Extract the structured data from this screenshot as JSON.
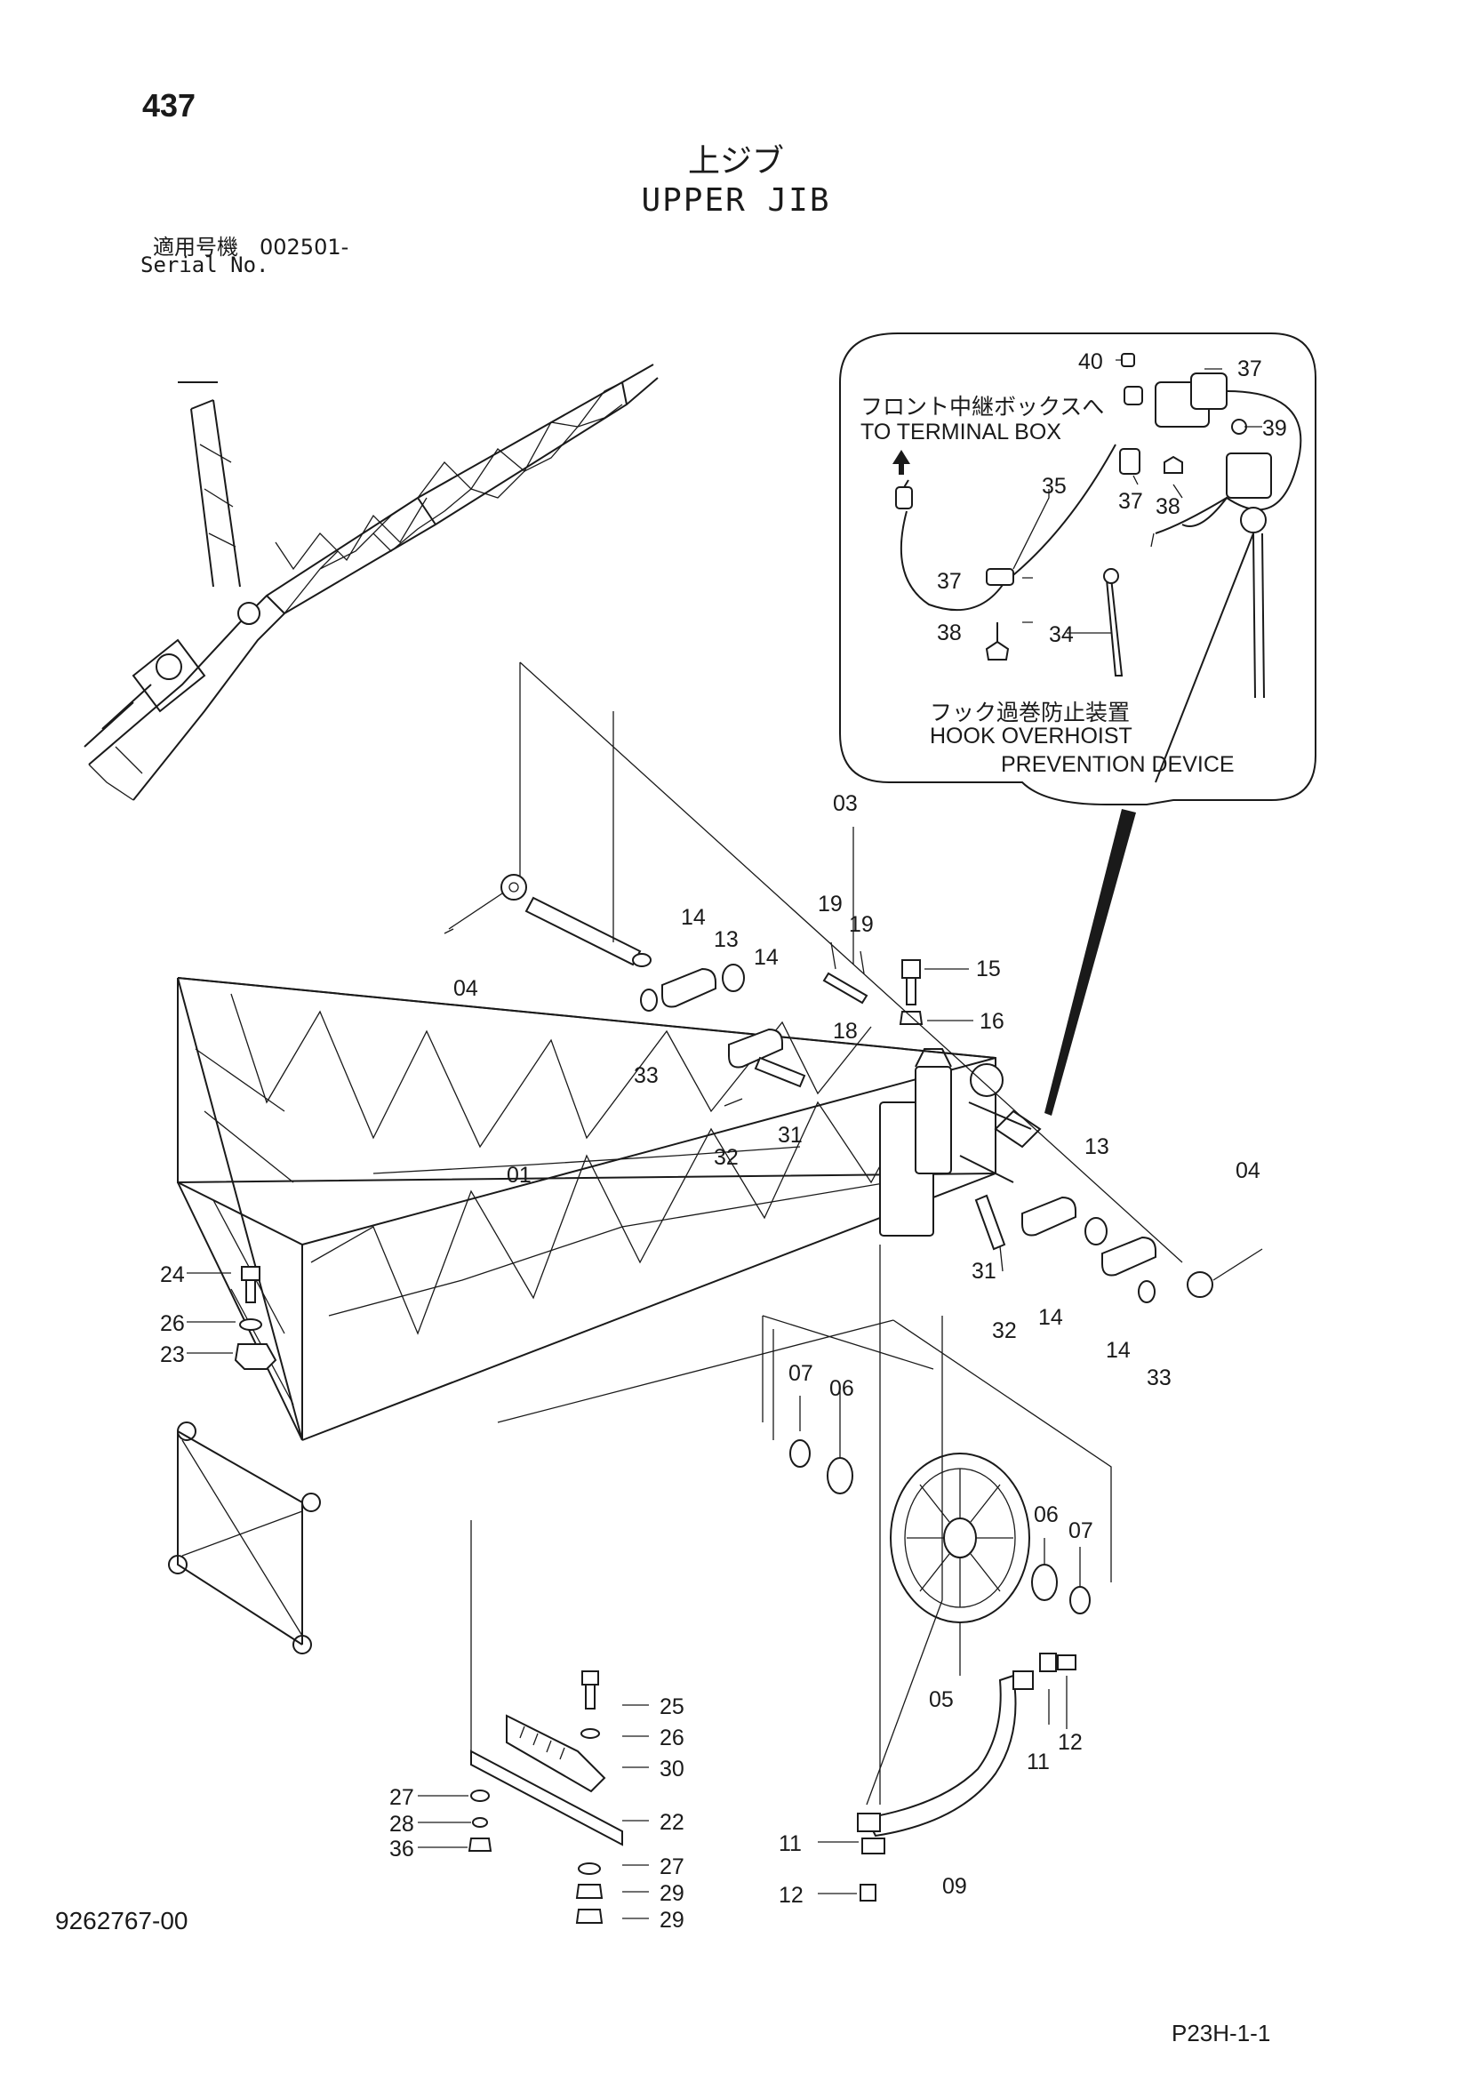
{
  "page": {
    "number": "437",
    "title_jp": "上ジブ",
    "title_en": "UPPER JIB",
    "serial_label_jp": "適用号機　002501-",
    "serial_label_en": "Serial No.",
    "doc_number": "9262767-00",
    "page_code": "P23H-1-1"
  },
  "inset": {
    "terminal_jp": "フロント中継ボックスへ",
    "terminal_en": "TO TERMINAL BOX",
    "hook_jp": "フック過巻防止装置",
    "hook_en_1": "HOOK OVERHOIST",
    "hook_en_2": "PREVENTION DEVICE",
    "arrow_icon": "up-arrow-icon"
  },
  "part_labels": {
    "p01": "01",
    "p03": "03",
    "p04a": "04",
    "p04b": "04",
    "p05": "05",
    "p06a": "06",
    "p06b": "06",
    "p07a": "07",
    "p07b": "07",
    "p09": "09",
    "p11a": "11",
    "p11b": "11",
    "p12a": "12",
    "p12b": "12",
    "p13a": "13",
    "p13b": "13",
    "p14a": "14",
    "p14b": "14",
    "p14c": "14",
    "p14d": "14",
    "p15": "15",
    "p16": "16",
    "p18": "18",
    "p19a": "19",
    "p19b": "19",
    "p22": "22",
    "p23": "23",
    "p24": "24",
    "p25": "25",
    "p26a": "26",
    "p26b": "26",
    "p27a": "27",
    "p27b": "27",
    "p28": "28",
    "p29a": "29",
    "p29b": "29",
    "p30": "30",
    "p31a": "31",
    "p31b": "31",
    "p32a": "32",
    "p32b": "32",
    "p33a": "33",
    "p33b": "33",
    "p34": "34",
    "p35": "35",
    "p36": "36",
    "p37a": "37",
    "p37b": "37",
    "p37c": "37",
    "p38a": "38",
    "p38b": "38",
    "p39": "39",
    "p40": "40"
  }
}
